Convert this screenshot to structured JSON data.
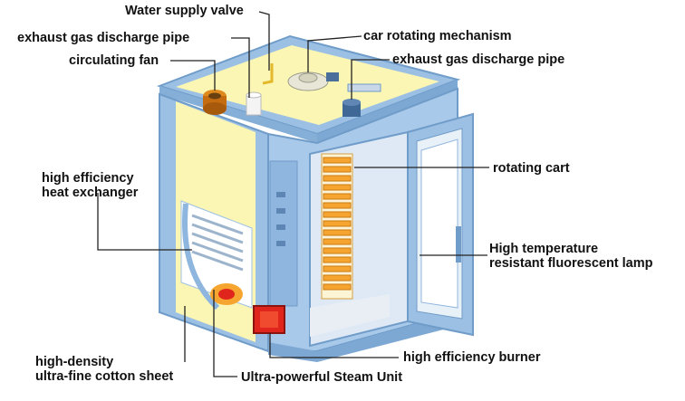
{
  "labels": {
    "water_supply_valve": "Water supply valve",
    "exhaust_pipe_left": "exhaust gas discharge pipe",
    "circulating_fan": "circulating fan",
    "car_rotating": "car rotating mechanism",
    "exhaust_pipe_right": "exhaust gas discharge pipe",
    "heat_exchanger_1": "high efficiency",
    "heat_exchanger_2": "heat exchanger",
    "rotating_cart": "rotating cart",
    "lamp_1": "High temperature",
    "lamp_2": "resistant fluorescent lamp",
    "cotton_1": "high-density",
    "cotton_2": "ultra-fine cotton sheet",
    "steam_unit": "Ultra-powerful Steam Unit",
    "burner": "high efficiency burner"
  },
  "colors": {
    "frame_blue": "#9cc0e4",
    "frame_dark": "#6f9cc9",
    "insulation_yellow": "#fbf6b4",
    "tray_orange": "#f7a531",
    "burner_red": "#e0261c",
    "line": "#222222"
  },
  "icons": [
    "fan-icon",
    "steam-cylinder-icon",
    "rotating-motor-icon",
    "exhaust-pipe-icon",
    "burner-icon"
  ]
}
